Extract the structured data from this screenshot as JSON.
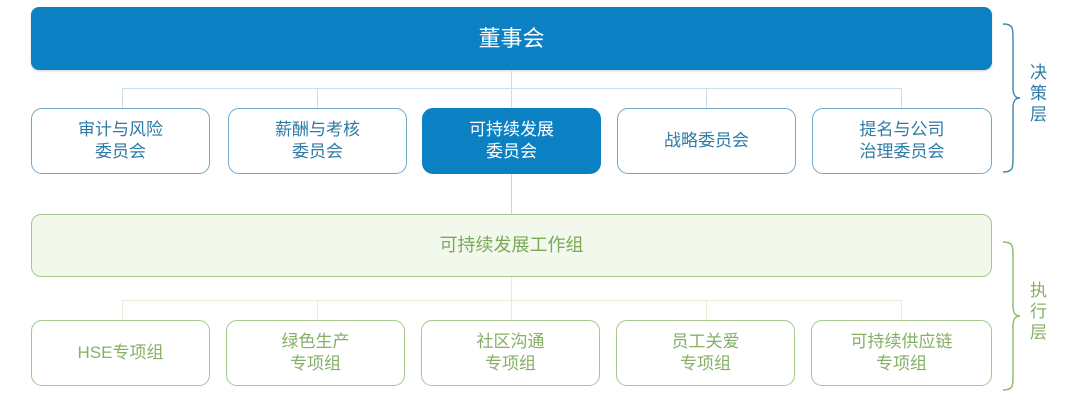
{
  "diagram": {
    "type": "org-chart",
    "title_visible": false,
    "colors": {
      "decision_accent": "#0B81C4",
      "decision_border": "#6FA8C8",
      "decision_text": "#2E7BA6",
      "execution_accent": "#85B065",
      "execution_border": "#A7C68A",
      "execution_fill": "#F2F8EC",
      "connector_blue": "#C9DEEA",
      "connector_green": "#E2ECD6"
    }
  },
  "decision_layer": {
    "label": "决策层",
    "header": {
      "text": "董事会",
      "style": "filled-blue"
    },
    "nodes": [
      {
        "text": "审计与风险\n委员会",
        "selected": false
      },
      {
        "text": "薪酬与考核\n委员会",
        "selected": false
      },
      {
        "text": "可持续发展\n委员会",
        "selected": true
      },
      {
        "text": "战略委员会",
        "selected": false
      },
      {
        "text": "提名与公司\n治理委员会",
        "selected": false
      }
    ]
  },
  "execution_layer": {
    "label": "执行层",
    "header": {
      "text": "可持续发展工作组",
      "style": "light-green"
    },
    "nodes": [
      {
        "text": "HSE专项组",
        "selected": false
      },
      {
        "text": "绿色生产\n专项组",
        "selected": false
      },
      {
        "text": "社区沟通\n专项组",
        "selected": false
      },
      {
        "text": "员工关爱\n专项组",
        "selected": false
      },
      {
        "text": "可持续供应链\n专项组",
        "selected": false
      }
    ]
  }
}
